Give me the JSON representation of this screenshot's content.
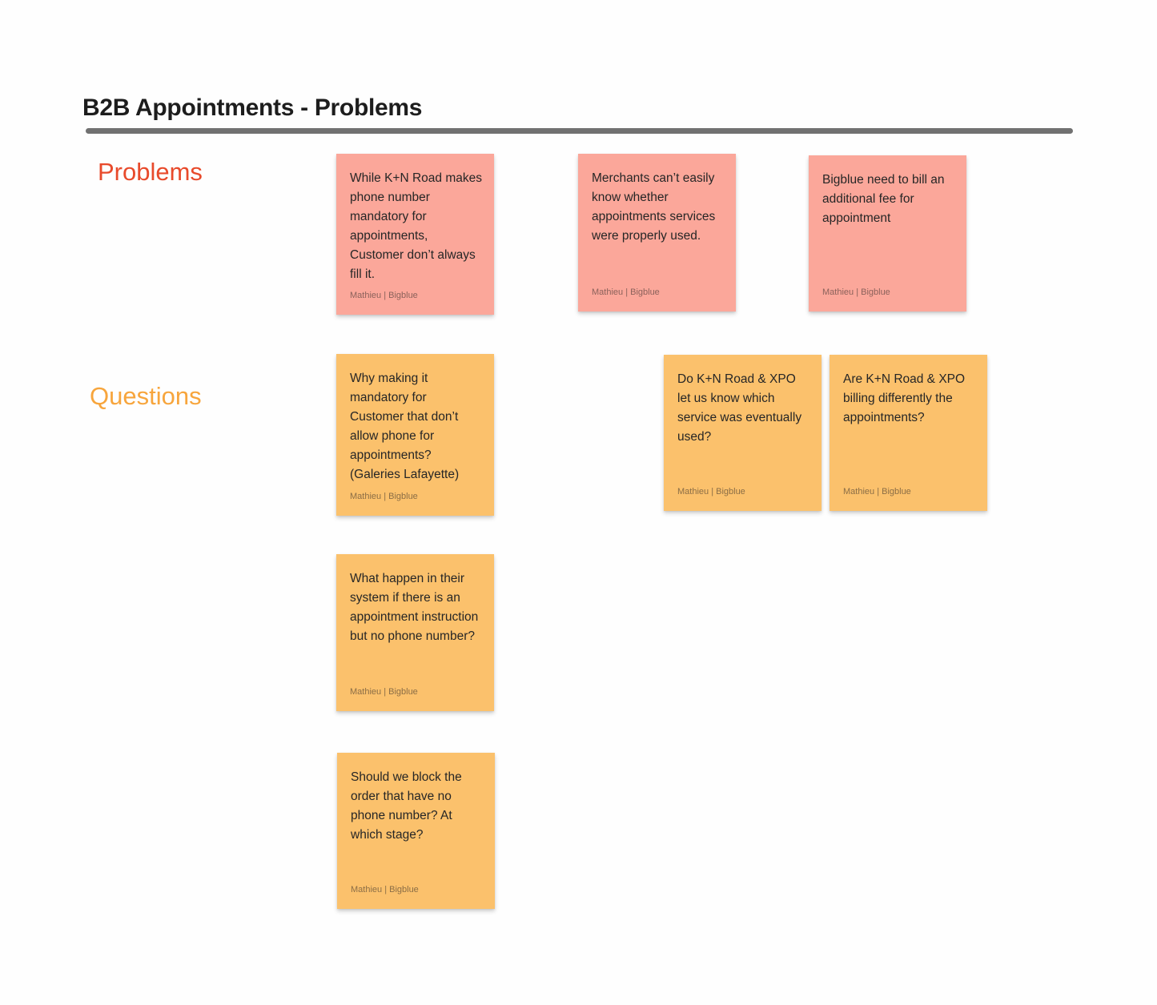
{
  "board": {
    "title": "B2B Appointments - Problems"
  },
  "colors": {
    "background": "#fefefe",
    "divider": "#717171",
    "problems_label": "#e84a2b",
    "questions_label": "#f7a53c",
    "problem_note": "#fba79a",
    "question_note": "#fbc16c",
    "note_text": "#262626",
    "note_author": "#8a7a74"
  },
  "sections": {
    "problems": {
      "label": "Problems",
      "notes": [
        {
          "text": "While K+N Road makes phone number mandatory for appointments, Customer don’t always fill it.",
          "author": "Mathieu | Bigblue"
        },
        {
          "text": "Merchants can’t easily know whether appointments services were properly used.",
          "author": "Mathieu | Bigblue"
        },
        {
          "text": "Bigblue need to bill an additional fee for appointment",
          "author": "Mathieu | Bigblue"
        }
      ]
    },
    "questions": {
      "label": "Questions",
      "notes": [
        {
          "text": "Why making it mandatory for Customer that don’t allow phone for appointments? (Galeries Lafayette)",
          "author": "Mathieu | Bigblue"
        },
        {
          "text": "Do K+N Road & XPO let us know which service was eventually used?",
          "author": "Mathieu | Bigblue"
        },
        {
          "text": "Are K+N Road & XPO billing differently the appointments?",
          "author": "Mathieu | Bigblue"
        },
        {
          "text": "What happen in their system if there is an appointment instruction but no phone number?",
          "author": "Mathieu | Bigblue"
        },
        {
          "text": "Should we block the order that have no phone number? At which stage?",
          "author": "Mathieu | Bigblue"
        }
      ]
    }
  }
}
